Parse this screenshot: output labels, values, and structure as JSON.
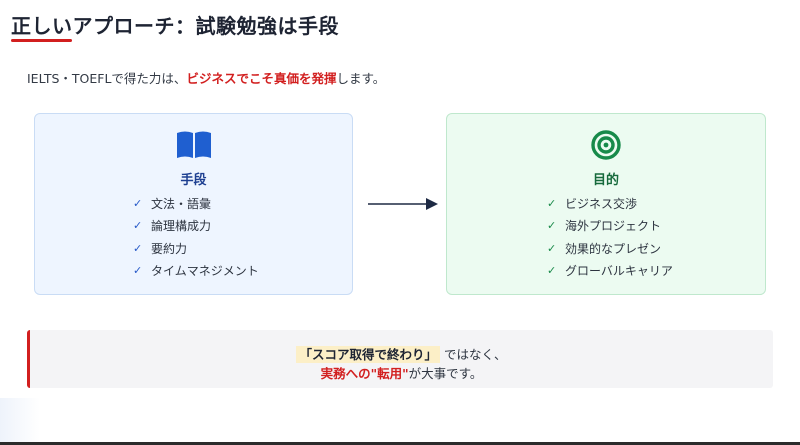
{
  "header": {
    "title": "正しいアプローチ：試験勉強は手段",
    "accent_color": "#d21f1f"
  },
  "intro": {
    "prefix": "IELTS・TOEFLで得た力は、",
    "emphasis": "ビジネスでこそ真価を発揮",
    "suffix": "します。"
  },
  "means_card": {
    "icon": "open-book-icon",
    "title": "手段",
    "items": [
      "文法・語彙",
      "論理構成力",
      "要約力",
      "タイムマネジメント"
    ],
    "color": "#1d3f91"
  },
  "goal_card": {
    "icon": "target-icon",
    "title": "目的",
    "items": [
      "ビジネス交渉",
      "海外プロジェクト",
      "効果的なプレゼン",
      "グローバルキャリア"
    ],
    "color": "#166a3c"
  },
  "callout": {
    "highlight": "「スコア取得で終わり」",
    "line1_rest": "ではなく、",
    "line2_red": "実務への\"転用\"",
    "line2_rest": "が大事です。"
  }
}
